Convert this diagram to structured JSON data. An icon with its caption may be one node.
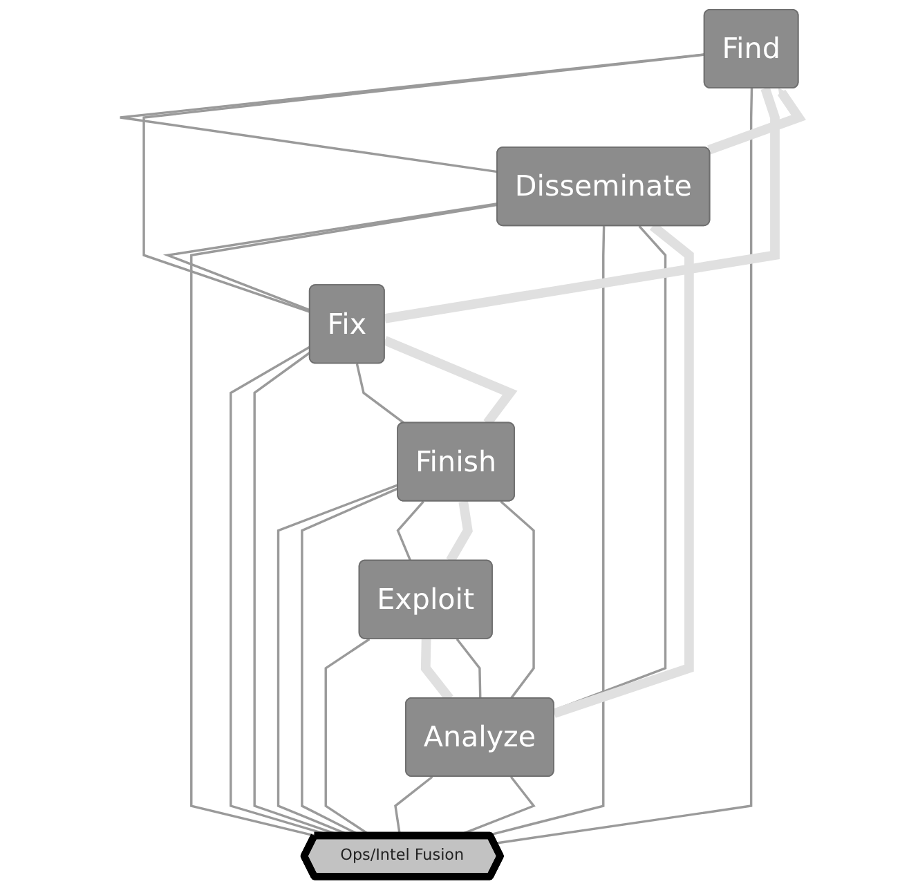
{
  "diagram": {
    "nodes": [
      {
        "text": [
          "Find"
        ]
      },
      {
        "text": [
          "Disseminate"
        ]
      },
      {
        "text": [
          "Fix"
        ]
      },
      {
        "text": [
          "Ops/Intel Fusion"
        ]
      },
      {
        "text": [
          "Analyze"
        ]
      },
      {
        "text": [
          "Finish"
        ]
      },
      {
        "text": [
          "Exploit"
        ]
      }
    ],
    "edges": [
      {
        "from": 0,
        "to": 1,
        "arrow": "none"
      },
      {
        "from": 0,
        "to": 2,
        "arrow": "none"
      },
      {
        "from": 0,
        "to": 3,
        "arrow": "none"
      },
      {
        "from": 1,
        "to": 2,
        "arrow": "none"
      },
      {
        "from": 1,
        "to": 3,
        "arrow": "none"
      },
      {
        "from": 1,
        "to": 3,
        "arrow": "none"
      },
      {
        "from": 2,
        "to": 3,
        "arrow": "none"
      },
      {
        "from": 2,
        "to": 3,
        "arrow": "none"
      },
      {
        "from": 1,
        "to": 4,
        "arrow": "none"
      },
      {
        "from": 2,
        "to": 5,
        "arrow": "none"
      },
      {
        "from": 4,
        "to": 3,
        "arrow": "none"
      },
      {
        "from": 4,
        "to": 3,
        "arrow": "none"
      },
      {
        "from": 5,
        "to": 3,
        "arrow": "none"
      },
      {
        "from": 5,
        "to": 3,
        "arrow": "none"
      },
      {
        "from": 4,
        "to": 5,
        "arrow": "none"
      },
      {
        "from": 4,
        "to": 6,
        "arrow": "none"
      },
      {
        "from": 5,
        "to": 6,
        "arrow": "none"
      },
      {
        "from": 6,
        "to": 3,
        "arrow": "none"
      },
      {
        "from": 0,
        "to": 2,
        "arrow": "none",
        "style": "thick",
        "color": "#e0e0e0"
      },
      {
        "from": 2,
        "to": 5,
        "arrow": "none",
        "style": "thick",
        "color": "#e0e0e0"
      },
      {
        "from": 5,
        "to": 6,
        "arrow": "none",
        "style": "thick",
        "color": "#e0e0e0"
      },
      {
        "from": 6,
        "to": 4,
        "arrow": "none",
        "style": "thick",
        "color": "#e0e0e0"
      },
      {
        "from": 4,
        "to": 1,
        "arrow": "none",
        "style": "thick",
        "color": "#e0e0e0"
      },
      {
        "from": 1,
        "to": 0,
        "arrow": "to",
        "style": "thick",
        "color": "#e0e0e0"
      }
    ]
  }
}
